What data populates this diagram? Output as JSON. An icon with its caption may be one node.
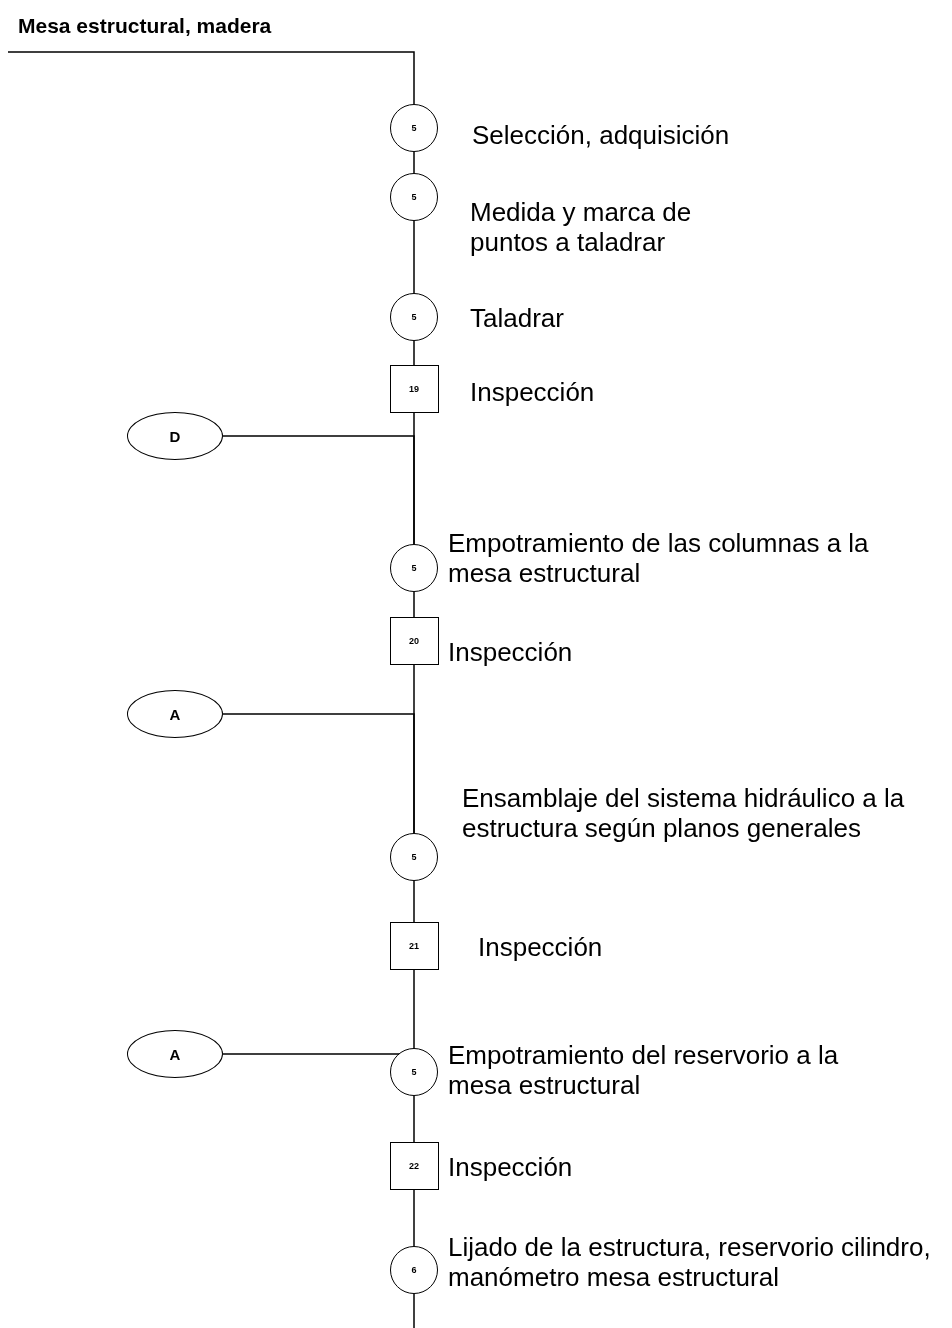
{
  "diagram": {
    "title": "Mesa estructural, madera",
    "nodes": [
      {
        "text": [
          "5"
        ],
        "beside": [
          "Selección, adquisición"
        ]
      },
      {
        "text": [
          "5"
        ],
        "beside": [
          "Medida y marca de puntos a taladrar"
        ]
      },
      {
        "text": [
          "5"
        ],
        "beside": [
          "Taladrar"
        ]
      },
      {
        "text": [
          "19"
        ],
        "beside": [
          "Inspección"
        ]
      },
      {
        "text": [
          "D"
        ]
      },
      {
        "text": [
          "5"
        ],
        "beside": [
          "Empotramiento de las columnas a la mesa estructural"
        ]
      },
      {
        "text": [
          "20"
        ],
        "beside": [
          "Inspección"
        ]
      },
      {
        "text": [
          "A"
        ]
      },
      {
        "text": [
          "5"
        ],
        "beside": [
          "Ensamblaje del sistema hidráulico a la estructura según planos generales"
        ]
      },
      {
        "text": [
          "21"
        ],
        "beside": [
          "Inspección"
        ]
      },
      {
        "text": [
          "A"
        ]
      },
      {
        "text": [
          "5"
        ],
        "beside": [
          "Empotramiento del reservorio a la mesa estructural"
        ]
      },
      {
        "text": [
          "22"
        ],
        "beside": [
          "Inspección"
        ]
      },
      {
        "text": [
          "6"
        ],
        "beside": [
          "Lijado de la estructura, reservorio cilindro, manómetro mesa estructural"
        ]
      }
    ],
    "edges": [
      {
        "from": null,
        "to": 0,
        "arrow": "none"
      },
      {
        "from": 0,
        "to": 1,
        "arrow": "none"
      },
      {
        "from": 1,
        "to": 2,
        "arrow": "none"
      },
      {
        "from": 2,
        "to": 3,
        "arrow": "none"
      },
      {
        "from": 3,
        "to": 5,
        "arrow": "none"
      },
      {
        "from": 4,
        "to": 5,
        "arrow": "none"
      },
      {
        "from": 5,
        "to": 6,
        "arrow": "none"
      },
      {
        "from": 6,
        "to": 8,
        "arrow": "none"
      },
      {
        "from": 7,
        "to": 8,
        "arrow": "none"
      },
      {
        "from": 8,
        "to": 9,
        "arrow": "none"
      },
      {
        "from": 9,
        "to": 11,
        "arrow": "none"
      },
      {
        "from": 10,
        "to": 11,
        "arrow": "none"
      },
      {
        "from": 11,
        "to": 12,
        "arrow": "none"
      },
      {
        "from": 12,
        "to": 13,
        "arrow": "none"
      },
      {
        "from": 13,
        "to": null,
        "arrow": "none"
      }
    ]
  }
}
